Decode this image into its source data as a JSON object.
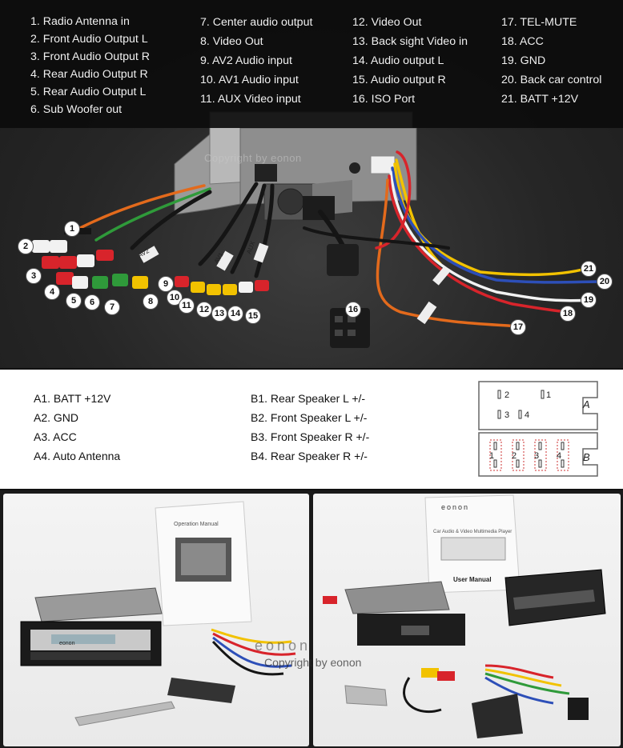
{
  "legend": {
    "col1": [
      "1. Radio Antenna in",
      "2. Front Audio Output L",
      "3. Front Audio Output R",
      "4. Rear Audio Output R",
      "5. Rear Audio Output L",
      "6. Sub Woofer out"
    ],
    "col2": [
      "7. Center audio output",
      "8. Video Out",
      "9. AV2 Audio input",
      "10. AV1 Audio input",
      "11. AUX Video input"
    ],
    "col3": [
      "12. Video Out",
      "13. Back sight Video in",
      "14. Audio output L",
      "15. Audio output R",
      "16. ISO Port"
    ],
    "col4": [
      "17. TEL-MUTE",
      "18. ACC",
      "19. GND",
      "20. Back car control",
      "21. BATT +12V"
    ]
  },
  "watermark": "Copyright by eonon",
  "watermark_brand": "eonon",
  "cable_labels": [
    "AUX",
    "AV1",
    "AV2"
  ],
  "wire_numbers": [
    "1",
    "2",
    "3",
    "4",
    "5",
    "6",
    "7",
    "8",
    "9",
    "10",
    "11",
    "12",
    "13",
    "14",
    "15",
    "16",
    "17",
    "18",
    "19",
    "20",
    "21"
  ],
  "iso": {
    "a": [
      "A1.  BATT +12V",
      "A2.  GND",
      "A3.  ACC",
      "A4. Auto Antenna"
    ],
    "b": [
      "B1.  Rear Speaker L  +/-",
      "B2.  Front Speaker L +/-",
      "B3.  Front Speaker R  +/-",
      "B4.  Rear Speaker R  +/-"
    ],
    "diagram": {
      "a_label": "A",
      "b_label": "B",
      "a_pins": [
        "2",
        "1",
        "3",
        "4"
      ],
      "b_pins": [
        "1",
        "2",
        "3",
        "4"
      ]
    }
  },
  "photos": {
    "left_manual_title": "Operation Manual",
    "right_manual_brand": "eonon",
    "right_manual_subtitle": "Car Audio & Video Multimedia Player",
    "right_manual_title": "User Manual",
    "unit_brand": "eonon"
  },
  "colors": {
    "red": "#d8242b",
    "white": "#f2f2f2",
    "yellow": "#f2c200",
    "green": "#2f9a3a",
    "black": "#151515",
    "blue": "#2d4fb8",
    "orange": "#e36a1c"
  }
}
